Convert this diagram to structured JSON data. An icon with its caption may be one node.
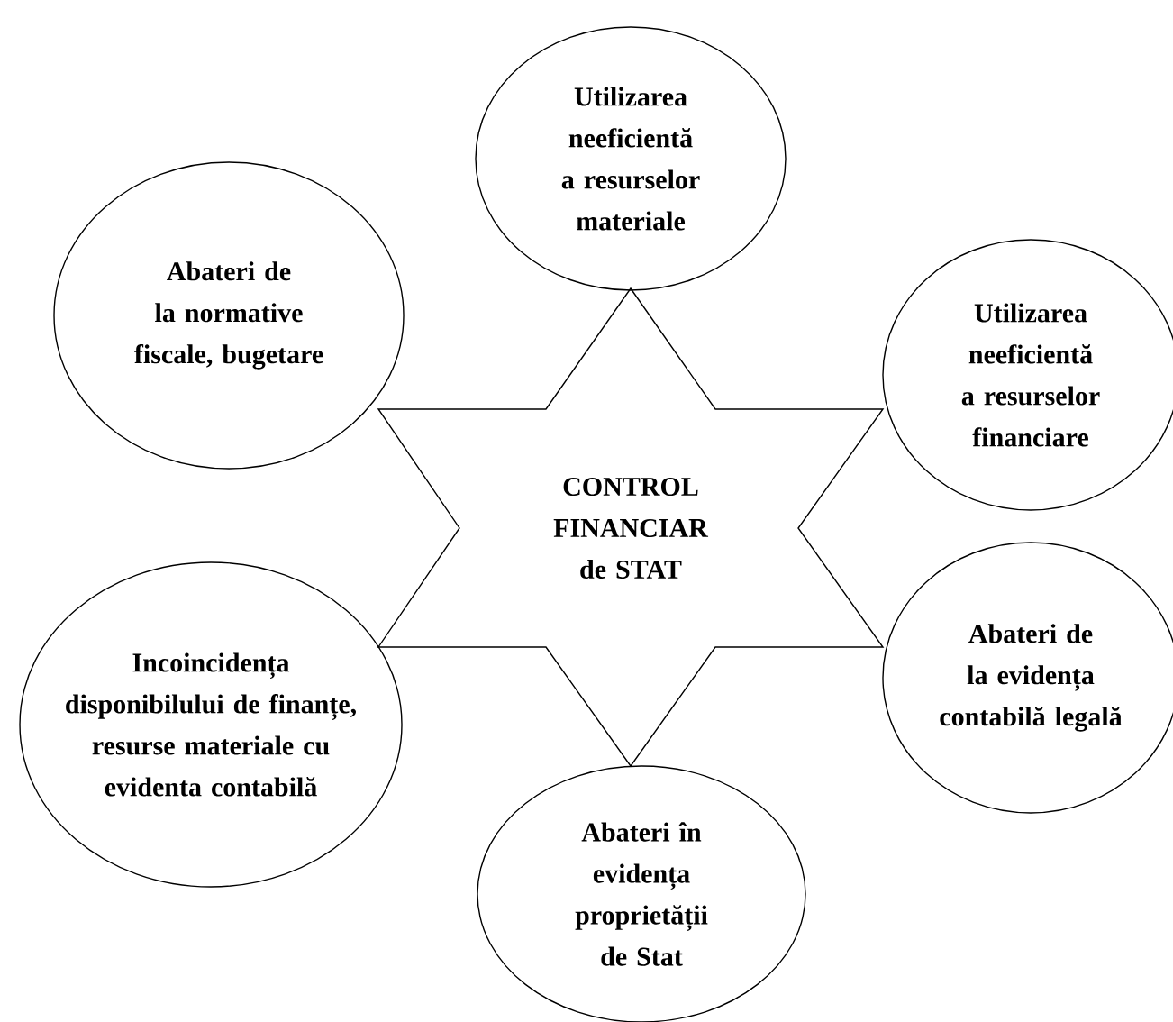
{
  "diagram": {
    "nodes": [
      {
        "text": [
          "Utilizarea neeficientă a resurselor materiale"
        ]
      },
      {
        "text": [
          "Abateri de la normative fiscale, bugetare"
        ]
      },
      {
        "text": [
          "Utilizarea neeficientă a resurselor financiare"
        ]
      },
      {
        "text": [
          "CONTROL FINANCIAR de STAT"
        ]
      },
      {
        "text": [
          "Incoincidența disponibilului de finanțe, resurse materiale cu evidenta contabilă"
        ]
      },
      {
        "text": [
          "Abateri de la evidența contabilă legală"
        ]
      },
      {
        "text": [
          "Abateri în evidența proprietății de Stat"
        ]
      }
    ]
  }
}
